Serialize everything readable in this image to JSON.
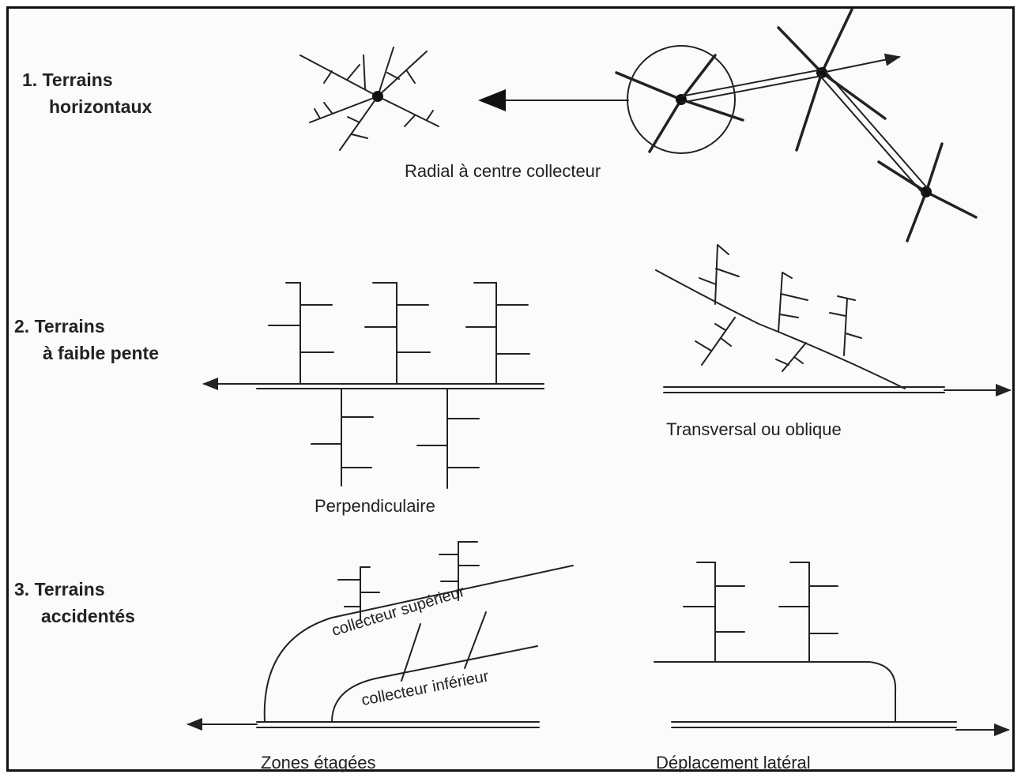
{
  "sections": [
    {
      "number": "1.",
      "lines": [
        "Terrains",
        "horizontaux"
      ]
    },
    {
      "number": "2.",
      "lines": [
        "Terrains",
        "à faible pente"
      ]
    },
    {
      "number": "3.",
      "lines": [
        "Terrains",
        "accidentés"
      ]
    }
  ],
  "captions": {
    "radial": "Radial à centre collecteur",
    "perpendicular": "Perpendiculaire",
    "transversal": "Transversal ou oblique",
    "zones": "Zones étagées",
    "lateral": "Déplacement latéral"
  },
  "annotations": {
    "upper_collector": "collecteur supérieur",
    "lower_collector": "collecteur inférieur"
  }
}
